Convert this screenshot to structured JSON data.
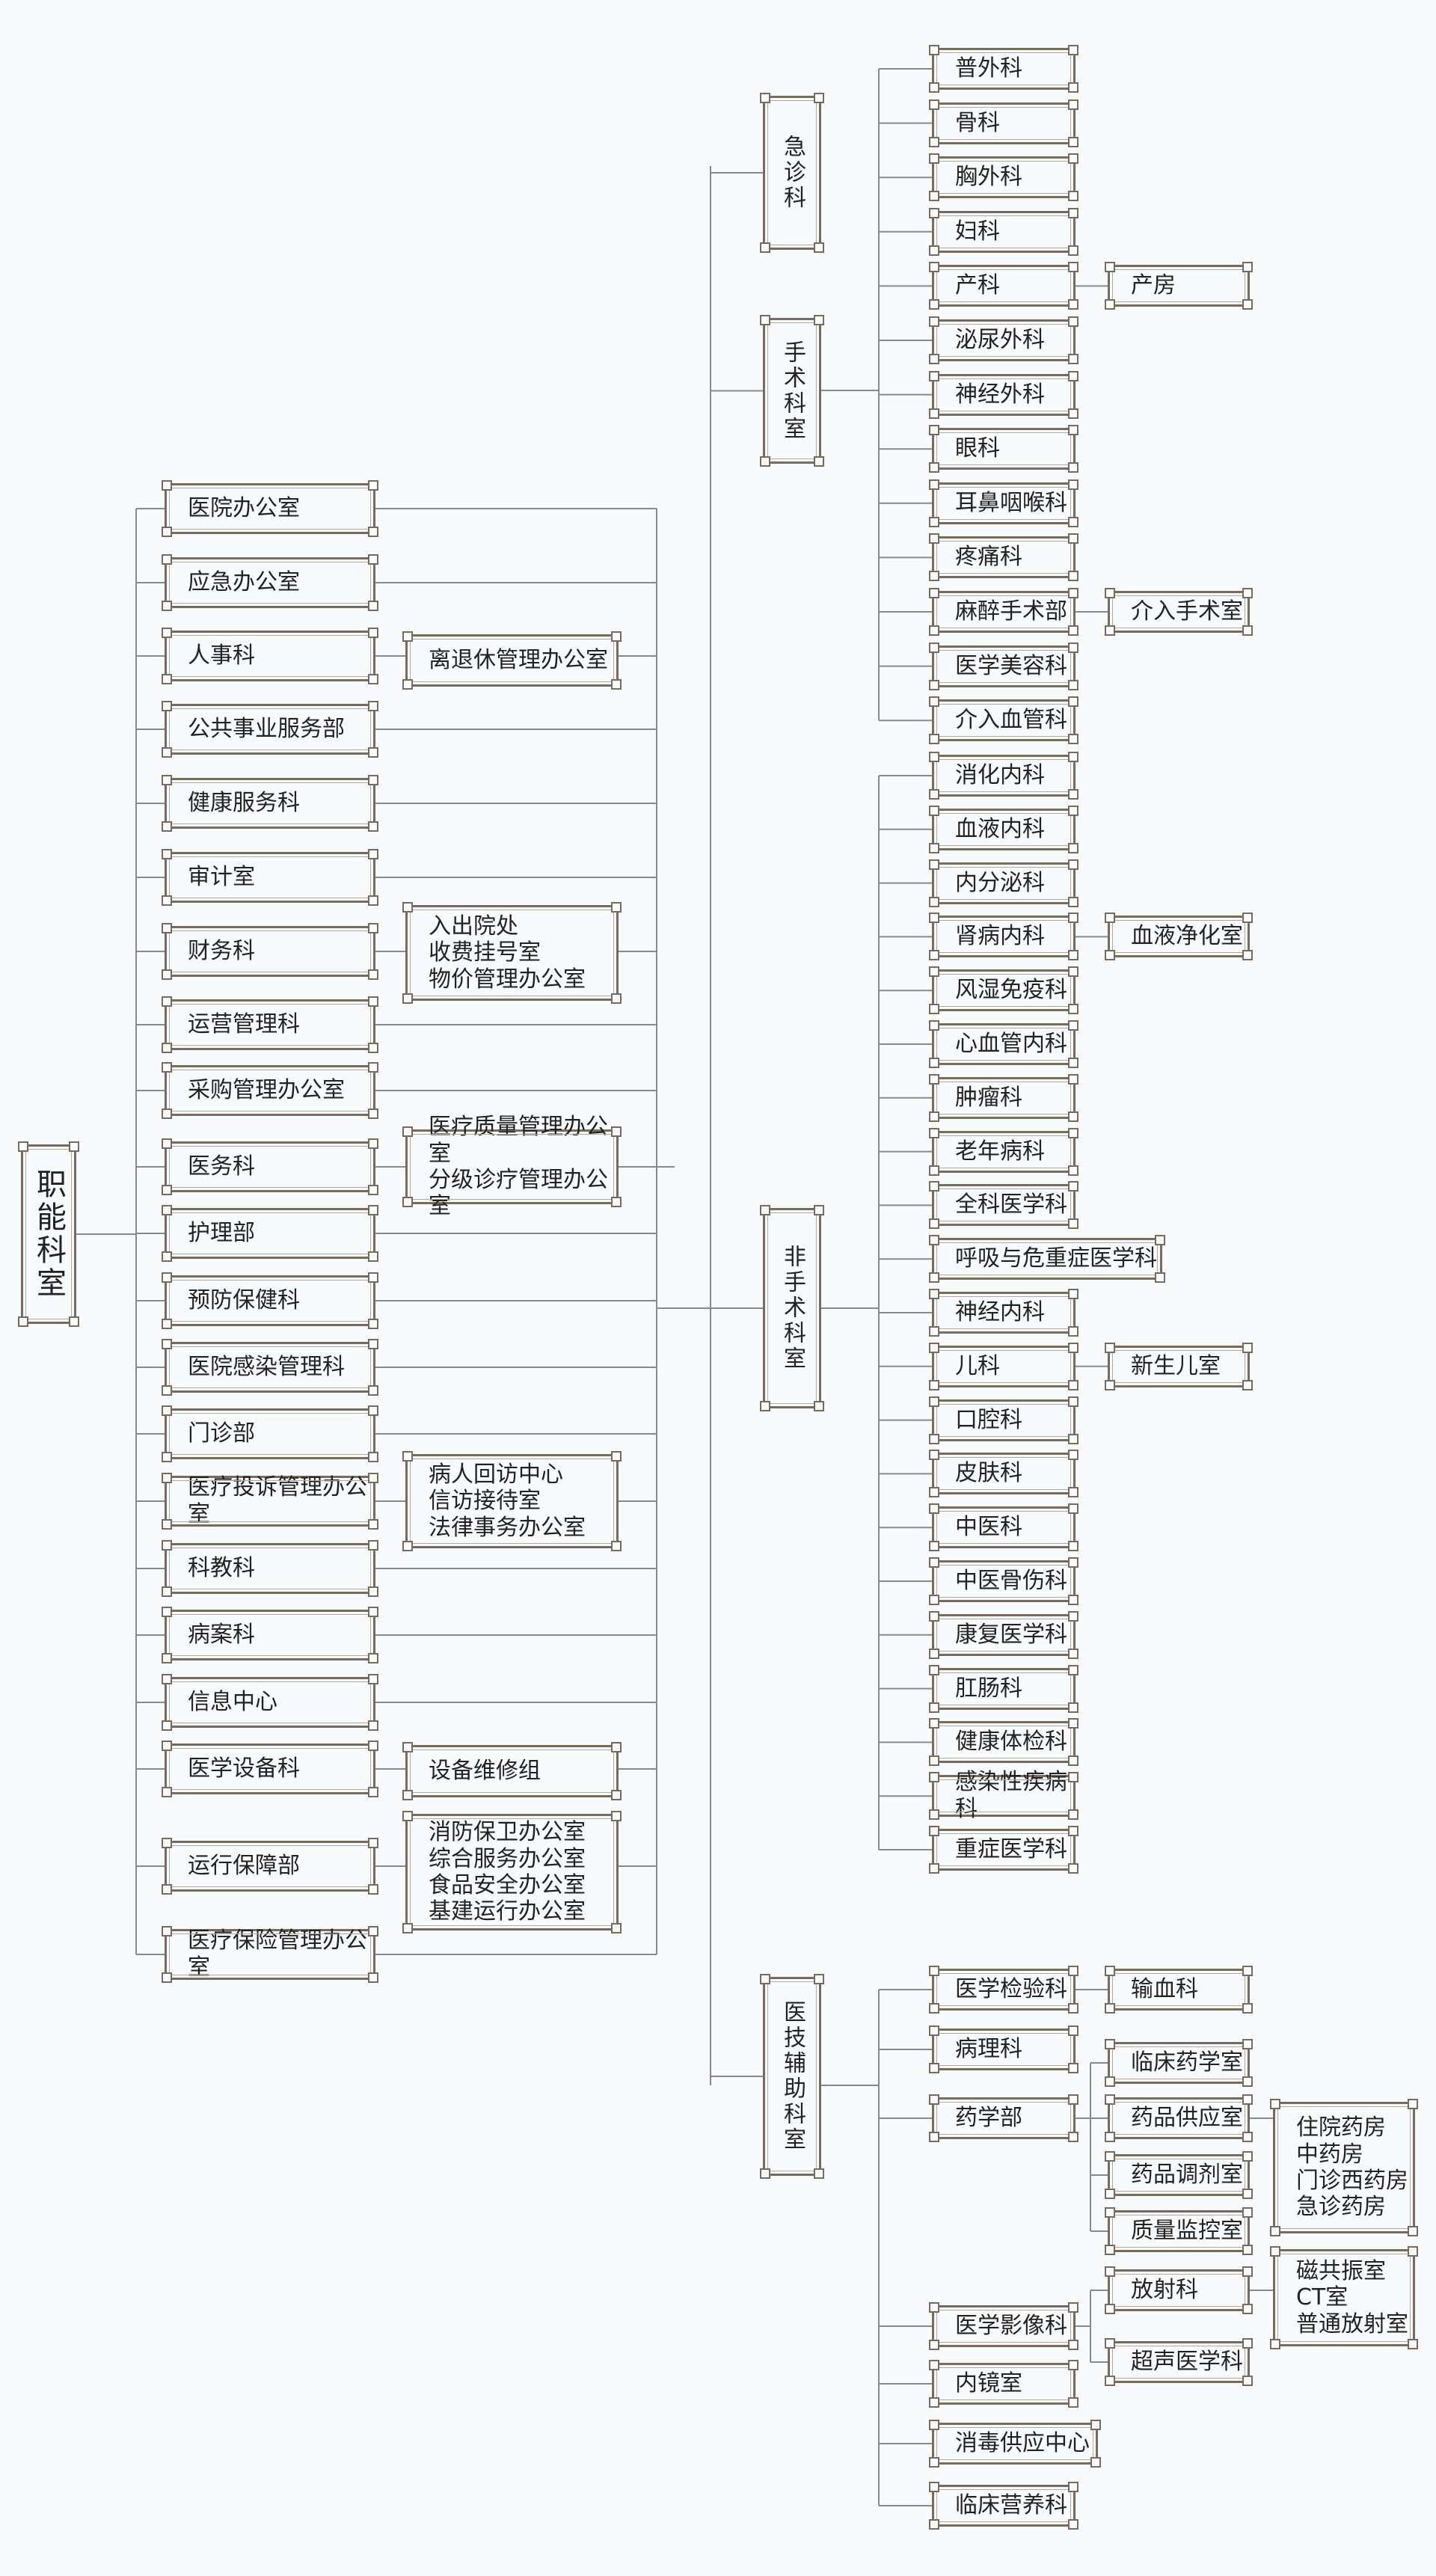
{
  "root": {
    "label": "职能科室"
  },
  "functional": [
    {
      "label": "医院办公室"
    },
    {
      "label": "应急办公室"
    },
    {
      "label": "人事科",
      "sub": [
        "离退休管理办公室"
      ]
    },
    {
      "label": "公共事业服务部"
    },
    {
      "label": "健康服务科"
    },
    {
      "label": "审计室"
    },
    {
      "label": "财务科",
      "sub": [
        "入出院处",
        "收费挂号室",
        "物价管理办公室"
      ]
    },
    {
      "label": "运营管理科"
    },
    {
      "label": "采购管理办公室"
    },
    {
      "label": "医务科",
      "sub": [
        "医疗质量管理办公室",
        "分级诊疗管理办公室"
      ]
    },
    {
      "label": "护理部"
    },
    {
      "label": "预防保健科"
    },
    {
      "label": "医院感染管理科"
    },
    {
      "label": "门诊部"
    },
    {
      "label": "医疗投诉管理办公室",
      "sub": [
        "病人回访中心",
        "信访接待室",
        "法律事务办公室"
      ]
    },
    {
      "label": "科教科"
    },
    {
      "label": "病案科"
    },
    {
      "label": "信息中心"
    },
    {
      "label": "医学设备科",
      "sub": [
        "设备维修组"
      ]
    },
    {
      "label": "运行保障部",
      "sub": [
        "消防保卫办公室",
        "综合服务办公室",
        "食品安全办公室",
        "基建运行办公室"
      ]
    },
    {
      "label": "医疗保险管理办公室"
    }
  ],
  "groups": [
    {
      "label": "急诊科"
    },
    {
      "label": "手术科室"
    },
    {
      "label": "非手术科室"
    },
    {
      "label": "医技辅助科室"
    }
  ],
  "surgical": [
    {
      "label": "普外科"
    },
    {
      "label": "骨科"
    },
    {
      "label": "胸外科"
    },
    {
      "label": "妇科"
    },
    {
      "label": "产科",
      "sub": "产房"
    },
    {
      "label": "泌尿外科"
    },
    {
      "label": "神经外科"
    },
    {
      "label": "眼科"
    },
    {
      "label": "耳鼻咽喉科"
    },
    {
      "label": "疼痛科"
    },
    {
      "label": "麻醉手术部",
      "sub": "介入手术室"
    },
    {
      "label": "医学美容科"
    },
    {
      "label": "介入血管科"
    }
  ],
  "nonsurgical": [
    {
      "label": "消化内科"
    },
    {
      "label": "血液内科"
    },
    {
      "label": "内分泌科"
    },
    {
      "label": "肾病内科",
      "sub": "血液净化室"
    },
    {
      "label": "风湿免疫科"
    },
    {
      "label": "心血管内科"
    },
    {
      "label": "肿瘤科"
    },
    {
      "label": "老年病科"
    },
    {
      "label": "全科医学科"
    },
    {
      "label": "呼吸与危重症医学科"
    },
    {
      "label": "神经内科"
    },
    {
      "label": "儿科",
      "sub": "新生儿室"
    },
    {
      "label": "口腔科"
    },
    {
      "label": "皮肤科"
    },
    {
      "label": "中医科"
    },
    {
      "label": "中医骨伤科"
    },
    {
      "label": "康复医学科"
    },
    {
      "label": "肛肠科"
    },
    {
      "label": "健康体检科"
    },
    {
      "label": "感染性疾病科"
    },
    {
      "label": "重症医学科"
    }
  ],
  "medtech": [
    {
      "label": "医学检验科",
      "sub": "输血科"
    },
    {
      "label": "病理科"
    },
    {
      "label": "药学部"
    },
    {
      "label": "医学影像科"
    },
    {
      "label": "内镜室"
    },
    {
      "label": "消毒供应中心"
    },
    {
      "label": "临床营养科"
    }
  ],
  "pharmacy": {
    "subs": [
      "临床药学室",
      "药品供应室",
      "药品调剂室",
      "质量监控室"
    ],
    "supply": [
      "住院药房",
      "中药房",
      "门诊西药房",
      "急诊药房"
    ]
  },
  "imaging": {
    "subs": [
      "放射科",
      "超声医学科"
    ],
    "radiology": [
      "磁共振室",
      "CT室",
      "普通放射室"
    ]
  }
}
